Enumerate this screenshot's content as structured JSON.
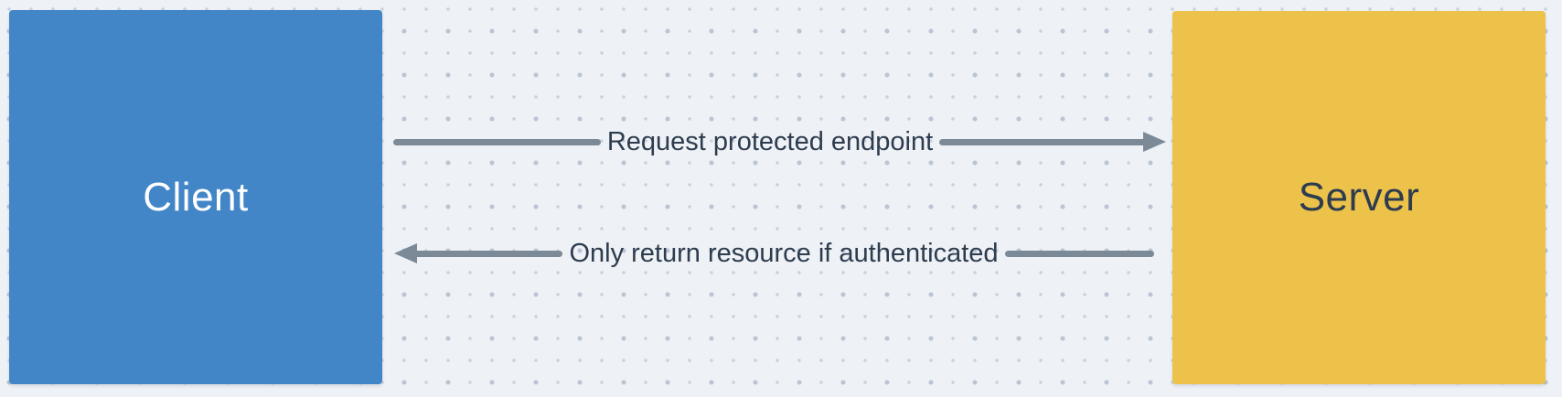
{
  "diagram": {
    "type": "client-server-flow",
    "nodes": [
      {
        "id": "client",
        "label": "Client"
      },
      {
        "id": "server",
        "label": "Server"
      }
    ],
    "edges": [
      {
        "from": "client",
        "to": "server",
        "direction": "right",
        "label": "Request protected endpoint"
      },
      {
        "from": "server",
        "to": "client",
        "direction": "left",
        "label": "Only return resource if authenticated"
      }
    ]
  },
  "colors": {
    "canvas-bg": "#eef1f5",
    "dot-small": "#c9d1dd",
    "dot-large": "#bac4d3",
    "client-fill": "#4286c8",
    "client-text": "#ffffff",
    "server-fill": "#ecc24a",
    "server-text": "#2d3c4e",
    "arrow": "#7c8a98",
    "label-text": "#2d3c4e"
  }
}
